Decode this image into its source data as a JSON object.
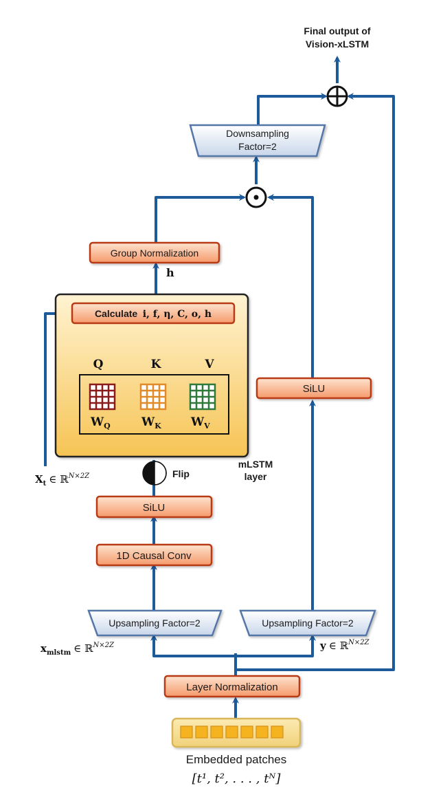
{
  "colors": {
    "arrow": "#1d5a9a",
    "orange_fill_top": "#fde3cf",
    "orange_fill_bottom": "#f59a6b",
    "orange_stroke": "#b83a14",
    "blue_fill_top": "#ffffff",
    "blue_fill_bottom": "#c8d6ea",
    "blue_stroke": "#5577a8",
    "mlstm_fill_top": "#fff1c9",
    "mlstm_fill_bottom": "#f6c85c",
    "patch_fill": "#f7c43a",
    "wq": "#8b1a1a",
    "wk": "#e08a2a",
    "wv": "#2f7a3a"
  },
  "title": {
    "line1": "Final output of",
    "line2": "Vision-xLSTM"
  },
  "blocks": {
    "downsampling_line1": "Downsampling",
    "downsampling_line2": "Factor=2",
    "group_norm": "Group Normalization",
    "calculate_prefix": "Calculate",
    "calculate_vars": "i, f, η, C, o, h",
    "silu_left": "SiLU",
    "silu_right": "SiLU",
    "causal_conv": "1D Causal Conv",
    "upsampling_left": "Upsampling Factor=2",
    "upsampling_right": "Upsampling Factor=2",
    "layer_norm": "Layer Normalization",
    "embedded_patches": "Embedded patches",
    "mlstm_line1": "mLSTM",
    "mlstm_line2": "layer",
    "flip": "Flip"
  },
  "math": {
    "h": "h",
    "q": "Q",
    "k": "K",
    "v": "V",
    "wq": "W",
    "wq_sub": "Q",
    "wk": "W",
    "wk_sub": "K",
    "wv": "W",
    "wv_sub": "V",
    "xt": "X",
    "xt_sub": "t",
    "xt_rest": "∈ ℝ",
    "xt_sup": "N×2Z",
    "xm": "x",
    "xm_sub": "mlstm",
    "xm_rest": "∈ ℝ",
    "xm_sup": "N×2Z",
    "y": "y",
    "y_rest": "∈ ℝ",
    "y_sup": "N×2Z",
    "patches_seq": "[t¹, t², . . . , tᴺ]"
  },
  "operators": {
    "plus": "⊕",
    "dot": "⊙"
  }
}
